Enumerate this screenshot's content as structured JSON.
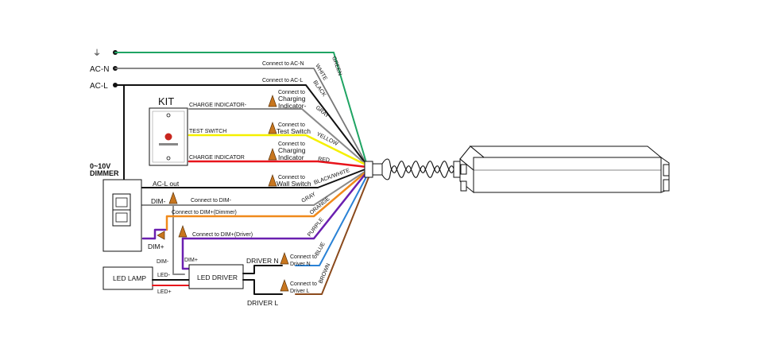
{
  "terminals": {
    "ground_symbol": "⏚",
    "ac_n": "AC-N",
    "ac_l": "AC-L"
  },
  "kit": {
    "title": "KIT",
    "charge_indicator_neg": "CHARGE INDICATOR-",
    "test_switch": "TEST SWITCH",
    "charge_indicator": "CHARGE INDICATOR"
  },
  "dimmer": {
    "title_line1": "0~10V",
    "title_line2": "DIMMER",
    "ac_l_out": "AC-L out",
    "dim_neg": "DIM-",
    "dim_pos": "DIM+"
  },
  "connect_labels": {
    "ac_n": "Connect to AC-N",
    "ac_l": "Connect to AC-L",
    "charging_neg": [
      "Connect to",
      "Charging",
      "Indicator-"
    ],
    "test_switch": [
      "Connect to",
      "Test Switch"
    ],
    "charging": [
      "Connect to",
      "Charging",
      "Indicator"
    ],
    "wall_switch": [
      "Connect to",
      "Wall Switch"
    ],
    "dim_neg": "Connect to DIM-",
    "dim_pos_dimmer": "Connect to DIM+(Dimmer)",
    "dim_pos_driver": "Connect to DIM+(Driver)",
    "driver_n": [
      "Connect to",
      "Driver N"
    ],
    "driver_l": [
      "Connect to",
      "Driver L"
    ]
  },
  "wire_colors": {
    "green": "GREEN",
    "white": "WHITE",
    "black": "BLACK",
    "gray_top": "GRAY",
    "yellow": "YELLOW",
    "red": "RED",
    "black_white": "BLACK/WHITE",
    "gray": "GRAY",
    "orange": "ORANGE",
    "purple": "PURPLE",
    "blue": "BLUE",
    "brown": "BROWN"
  },
  "driver": {
    "lamp": "LED LAMP",
    "driver": "LED DRIVER",
    "led_neg": "LED-",
    "led_pos": "LED+",
    "dim_neg": "DIM-",
    "dim_pos": "DIM+",
    "driver_n": "DRIVER N",
    "driver_l": "DRIVER L"
  },
  "palette": {
    "green": "#1fa463",
    "gray": "#8a8a8a",
    "yellow": "#f5f000",
    "red": "#e8141c",
    "orange": "#f08a1c",
    "purple": "#6a1fb0",
    "blue": "#2a82d6",
    "brown": "#8b4a1c",
    "black": "#111111",
    "connector": "#c8761e"
  }
}
